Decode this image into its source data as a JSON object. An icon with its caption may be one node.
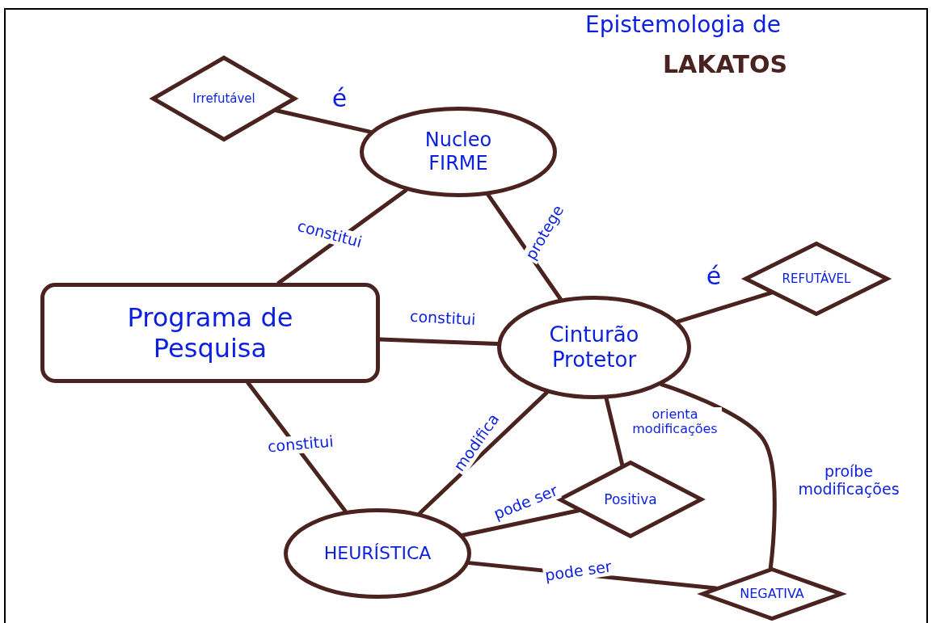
{
  "diagram": {
    "title": "Epistemologia de",
    "nodes": [
      {
        "text": [
          "Irrefutável"
        ]
      },
      {
        "text": [
          "Nucleo FIRME"
        ]
      },
      {
        "text": [
          "Programa de Pesquisa"
        ]
      },
      {
        "text": [
          "REFUTÁVEL"
        ]
      },
      {
        "text": [
          "Cinturão Protetor"
        ]
      },
      {
        "text": [
          "Positiva"
        ]
      },
      {
        "text": [
          "HEURÍSTICA"
        ]
      },
      {
        "text": [
          "NEGATIVA"
        ]
      }
    ],
    "edges": [
      {
        "from": 1,
        "to": 0,
        "arrow": "none",
        "label": "é"
      },
      {
        "from": 1,
        "to": 2,
        "arrow": "none",
        "label": "constitui"
      },
      {
        "from": 1,
        "to": 4,
        "arrow": "none",
        "label": "protege"
      },
      {
        "from": 4,
        "to": 3,
        "arrow": "none",
        "label": "é"
      },
      {
        "from": 4,
        "to": 2,
        "arrow": "none",
        "label": "constitui"
      },
      {
        "from": 2,
        "to": 6,
        "arrow": "none",
        "label": "constitui"
      },
      {
        "from": 6,
        "to": 4,
        "arrow": "none",
        "label": "modifica"
      },
      {
        "from": 4,
        "to": 5,
        "arrow": "none",
        "label": "orienta modificações"
      },
      {
        "from": 4,
        "to": 7,
        "arrow": "none",
        "label": "proíbe modificações"
      },
      {
        "from": 6,
        "to": 5,
        "arrow": "none",
        "label": "pode ser"
      },
      {
        "from": 6,
        "to": 7,
        "arrow": "none",
        "label": "pode ser"
      }
    ],
    "labels": [
      "LAKATOS"
    ]
  }
}
